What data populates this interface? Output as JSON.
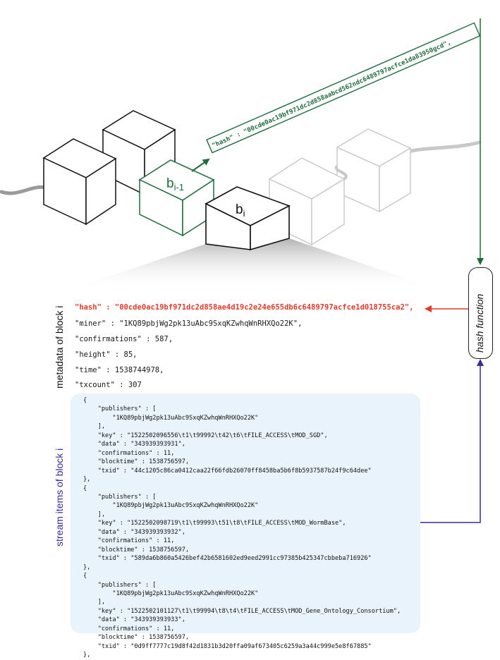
{
  "blocks": {
    "prev_label_base": "b",
    "prev_label_sub": "i-1",
    "curr_label_base": "b",
    "curr_label_sub": "i"
  },
  "hash_tag": "\"hash\" : \"00cde0ac19bf971dc2d858aabcd562ndc6489797acfce1da83950gcd\",",
  "hash_function_label": "hash function",
  "metadata_label": "metadata of block i",
  "stream_label": "stream items of block i",
  "metadata": {
    "hash": "\"hash\" : \"00cde0ac19bf971dc2d858ae4d19c2e24e655db6c6489797acfce1d018755ca2\",",
    "miner": "\"miner\" : \"1KQ89pbjWg2pk13uAbc9SxqKZwhqWnRHXQo22K\",",
    "confirmations": "\"confirmations\" : 587,",
    "height": "\"height\" : 85,",
    "time": "\"time\" : 1538744978,",
    "txcount": "\"txcount\" : 307"
  },
  "stream_items_text": "{\n    \"publishers\" : [\n        \"1KQ89pbjWg2pk13uAbc9SxqKZwhqWnRHXQo22K\"\n    ],\n    \"key\" : \"1522502096556\\t1\\t99992\\t42\\t6\\tFILE_ACCESS\\tMOD_SGD\",\n    \"data\" : \"343939393931\",\n    \"confirmations\" : 11,\n    \"blocktime\" : 1538756597,\n    \"txid\" : \"44c1205c86ca0412caa22f66fdb26070ff8458ba5b6f8b5937587b24f9c64dee\"\n},\n{\n    \"publishers\" : [\n        \"1KQ89pbjWg2pk13uAbc9SxqKZwhqWnRHXQo22K\"\n    ],\n    \"key\" : \"1522502098719\\t1\\t99993\\t51\\t8\\tFILE_ACCESS\\tMOD_WormBase\",\n    \"data\" : \"343939393932\",\n    \"confirmations\" : 11,\n    \"blocktime\" : 1538756597,\n    \"txid\" : \"589da6b860a5426bef42b6581602ed9eed2991cc97385b425347cbbeba716926\"\n},\n{\n    \"publishers\" : [\n        \"1KQ89pbjWg2pk13uAbc9SxqKZwhqWnRHXQo22K\"\n    ],\n    \"key\" : \"1522502101127\\t1\\t99994\\t8\\t4\\tFILE_ACCESS\\tMOD_Gene_Ontology_Consortium\",\n    \"data\" : \"343939393933\",\n    \"confirmations\" : 11,\n    \"blocktime\" : 1538756597,\n    \"txid\" : \"0d9ff7777c19d8f42d1831b3d20ffa09af673405c6259a3a44c999e5e8f67885\"\n},",
  "colors": {
    "green": "#1e6b3c",
    "red": "#e03a2a",
    "blue": "#3b2a9a",
    "stream_bg": "#e9f3fb",
    "faded": "#c8c8c8",
    "chain": "#9a9a9a"
  }
}
